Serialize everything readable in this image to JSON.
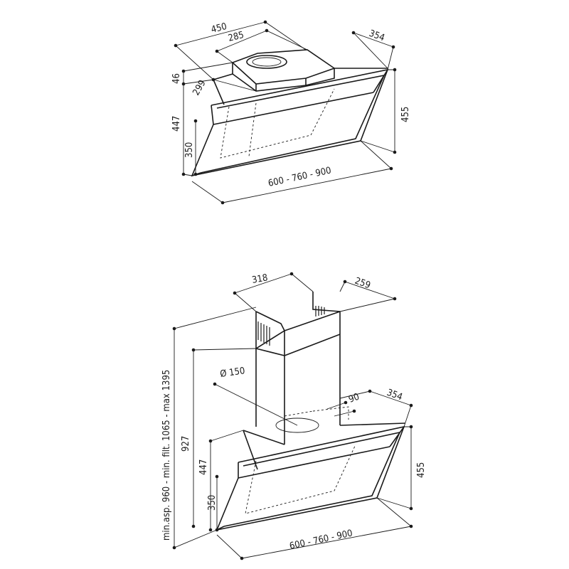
{
  "top_view": {
    "dims": {
      "width_total": "450",
      "motor_width": "285",
      "depth": "354",
      "motor_height": "46",
      "motor_depth": "299",
      "height_447": "447",
      "height_455": "455",
      "glass_height": "350",
      "widths": "600 - 760 - 900"
    }
  },
  "bottom_view": {
    "dims": {
      "chimney_width": "318",
      "chimney_depth": "259",
      "duct_diameter": "Ø 150",
      "duct_offset": "90",
      "depth": "354",
      "height_927": "927",
      "height_447": "447",
      "height_455": "455",
      "glass_height": "350",
      "widths": "600 - 760 - 900",
      "total_height": "min.asp. 960 - min. filt. 1065 - max 1395"
    }
  }
}
